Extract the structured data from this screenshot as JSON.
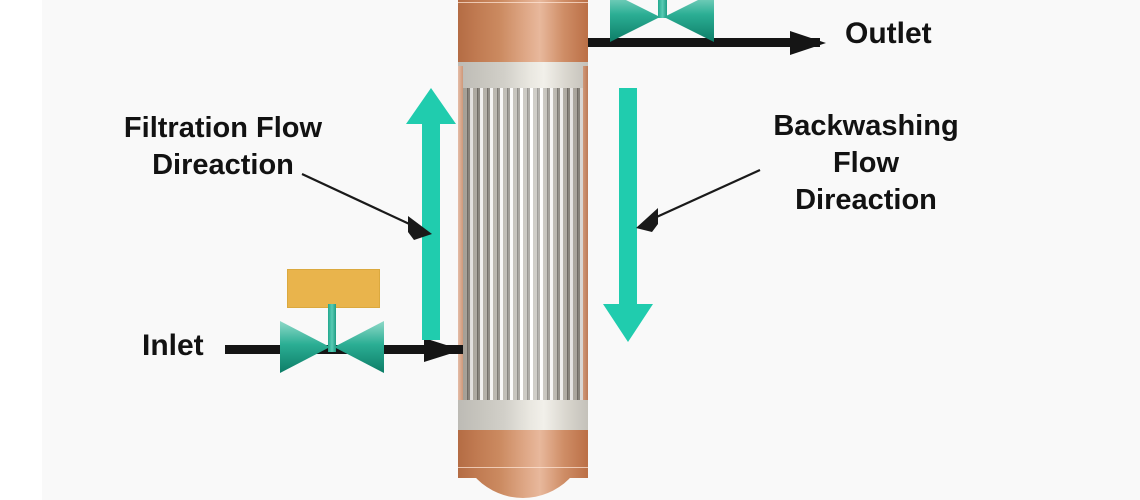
{
  "diagram": {
    "title": "Membrane Filter Vessel Flow Direction Diagram",
    "background_color": "#f9f9f9",
    "labels": {
      "outlet": "Outlet",
      "inlet": "Inlet",
      "filtration_line1": "Filtration Flow",
      "filtration_line2": "Direaction",
      "backwashing_line1": "Backwashing",
      "backwashing_line2": "Flow",
      "backwashing_line3": "Direaction"
    },
    "colors": {
      "flow_arrow": "#20ccae",
      "valve_body": "#17997f",
      "valve_actuator": "#e9b44c",
      "vessel_copper": "#cb8a60",
      "vessel_band": "#d9d6cf",
      "pipe": "#151515",
      "text": "#121212"
    },
    "vessel": {
      "name": "membrane-filter-vessel",
      "sections": [
        {
          "id": "top-dome",
          "label": "copper top head"
        },
        {
          "id": "upper-band",
          "label": "upper flange band"
        },
        {
          "id": "membrane-bundle",
          "label": "striped membrane element bundle"
        },
        {
          "id": "lower-band",
          "label": "lower flange band"
        },
        {
          "id": "bottom-dome",
          "label": "copper bottom head"
        }
      ]
    },
    "flows": [
      {
        "name": "filtration-flow",
        "direction": "up",
        "color": "#20ccae",
        "label": "Filtration Flow Direaction"
      },
      {
        "name": "backwashing-flow",
        "direction": "down",
        "color": "#20ccae",
        "label": "Backwashing Flow Direaction"
      }
    ],
    "valves": [
      {
        "name": "inlet-valve",
        "type": "butterfly-valve",
        "actuator": "rectangular actuator"
      },
      {
        "name": "outlet-valve",
        "type": "butterfly-valve",
        "actuator": "rectangular actuator"
      }
    ],
    "ports": [
      {
        "name": "inlet-port",
        "label": "Inlet",
        "flow": "into vessel"
      },
      {
        "name": "outlet-port",
        "label": "Outlet",
        "flow": "out of vessel"
      }
    ]
  }
}
